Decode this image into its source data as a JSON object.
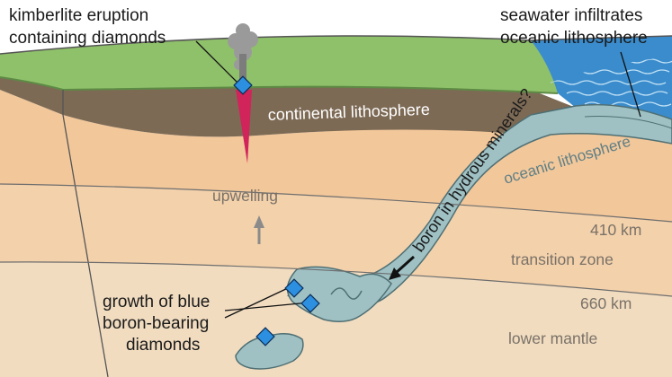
{
  "labels": {
    "kimberlite_line1": "kimberlite eruption",
    "kimberlite_line2": "containing diamonds",
    "seawater_line1": "seawater infiltrates",
    "seawater_line2": "oceanic lithosphere",
    "continental": "continental lithosphere",
    "oceanic": "oceanic lithosphere",
    "boron_hydrous": "boron in hydrous minerals?",
    "upwelling": "upwelling",
    "depth_410": "410 km",
    "transition_zone": "transition zone",
    "depth_660": "660 km",
    "lower_mantle": "lower mantle",
    "growth_line1": "growth of blue",
    "growth_line2": "boron-bearing",
    "growth_line3": "diamonds"
  },
  "colors": {
    "diamond": "#2d8fe0",
    "continental_crust": "#7d6a55",
    "land_surface": "#8fc06a",
    "ocean": "#3b8ccc",
    "upper_mantle": "#f2c79a",
    "transition_zone": "#f3d1ab",
    "lower_mantle": "#f1dcc0",
    "slab": "#9fc1c4",
    "magma_conduit": "#d0245a"
  }
}
